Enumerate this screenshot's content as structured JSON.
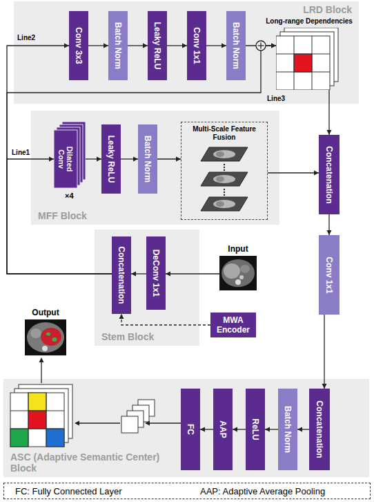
{
  "diagram": {
    "nodes": [
      {
        "text": [
          "LRD Block"
        ]
      },
      {
        "text": [
          "Conv 3x3"
        ],
        "in": 0
      },
      {
        "text": [
          "Batch Norm"
        ],
        "in": 0
      },
      {
        "text": [
          "Leaky ReLU"
        ],
        "in": 0
      },
      {
        "text": [
          "Conv 1x1"
        ],
        "in": 0
      },
      {
        "text": [
          "Batch Norm"
        ],
        "in": 0
      },
      {
        "text": [
          "Long-range Dependencies"
        ],
        "in": 0
      },
      {
        "text": [
          "MFF Block"
        ]
      },
      {
        "text": [
          "Dilated Conv"
        ],
        "in": 7
      },
      {
        "text": [
          "Leaky ReLU"
        ],
        "in": 7
      },
      {
        "text": [
          "Batch Norm"
        ],
        "in": 7
      },
      {
        "text": [
          "Multi-Scale Feature Fusion"
        ],
        "in": 7
      },
      {
        "text": [
          "Concatenation"
        ]
      },
      {
        "text": [
          "Conv 1x1"
        ]
      },
      {
        "text": [
          "Stem Block"
        ]
      },
      {
        "text": [
          "Concatenation"
        ],
        "in": 14
      },
      {
        "text": [
          "DeConv 1x1"
        ],
        "in": 14
      },
      {
        "text": [
          "Input"
        ]
      },
      {
        "text": [
          "MWA Encoder"
        ]
      },
      {
        "text": [
          "ASC (Adaptive Semantic Center) Block"
        ]
      },
      {
        "text": [
          "Concatenation"
        ],
        "in": 19
      },
      {
        "text": [
          "Batch Norm"
        ],
        "in": 19
      },
      {
        "text": [
          "ReLU"
        ],
        "in": 19
      },
      {
        "text": [
          "AAP"
        ],
        "in": 19
      },
      {
        "text": [
          "FC"
        ],
        "in": 19
      },
      {
        "text": [
          "Output"
        ]
      }
    ],
    "edges": [
      {
        "from": 15,
        "to": 1,
        "arrow": "to",
        "label": "Line2"
      },
      {
        "from": 15,
        "to": 8,
        "arrow": "to",
        "label": "Line1"
      },
      {
        "from": 15,
        "to": 6,
        "arrow": "to",
        "label": "Line3"
      },
      {
        "from": 1,
        "to": 2,
        "arrow": "to"
      },
      {
        "from": 2,
        "to": 3,
        "arrow": "to"
      },
      {
        "from": 3,
        "to": 4,
        "arrow": "to"
      },
      {
        "from": 4,
        "to": 5,
        "arrow": "to"
      },
      {
        "from": 5,
        "to": 6,
        "arrow": "to"
      },
      {
        "from": 8,
        "to": 9,
        "arrow": "to"
      },
      {
        "from": 9,
        "to": 10,
        "arrow": "to"
      },
      {
        "from": 10,
        "to": 11,
        "arrow": "to"
      },
      {
        "from": 11,
        "to": 12,
        "arrow": "to"
      },
      {
        "from": 6,
        "to": 12,
        "arrow": "to"
      },
      {
        "from": 12,
        "to": 13,
        "arrow": "to"
      },
      {
        "from": 17,
        "to": 16,
        "arrow": "to"
      },
      {
        "from": 16,
        "to": 15,
        "arrow": "to"
      },
      {
        "from": 18,
        "to": 15,
        "arrow": "to"
      },
      {
        "from": 13,
        "to": 20,
        "arrow": "to"
      },
      {
        "from": 20,
        "to": 21,
        "arrow": "to"
      },
      {
        "from": 21,
        "to": 22,
        "arrow": "to"
      },
      {
        "from": 22,
        "to": 23,
        "arrow": "to"
      },
      {
        "from": 23,
        "to": 24,
        "arrow": "to"
      }
    ],
    "labels": [
      "×4",
      "FC: Fully Connected Layer",
      "AAP: Adaptive Average Pooling"
    ]
  }
}
